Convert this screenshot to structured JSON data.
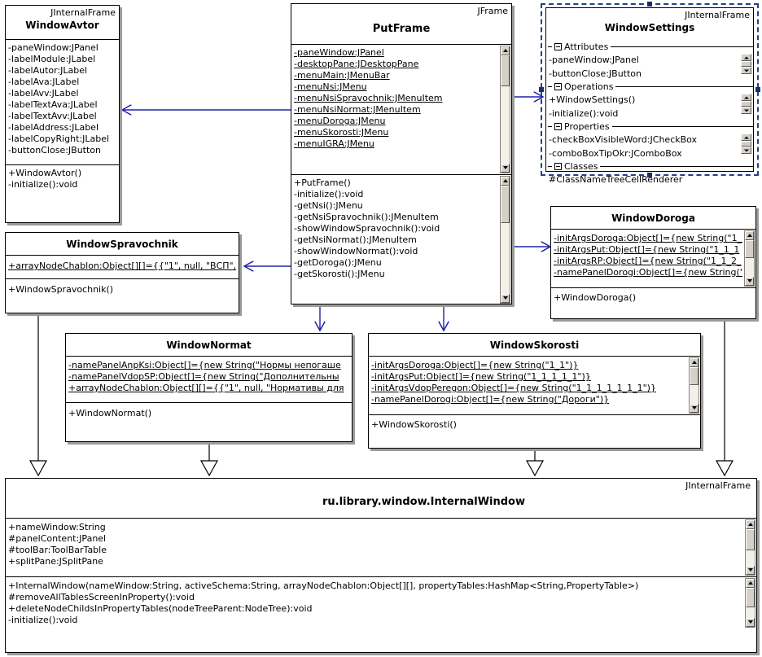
{
  "diagram": {
    "kind": "uml-class-diagram",
    "colors": {
      "dependency": "#2222aa",
      "generalization": "#000000",
      "selection": "#16306e",
      "box_fill": "#ffffff",
      "shadow": "#9a9a9a"
    }
  },
  "classes": {
    "window_avtor": {
      "stereotype": "JInternalFrame",
      "name": "WindowAvtor",
      "attributes": [
        "-paneWindow:JPanel",
        "-labelModule:JLabel",
        "-labelAutor:JLabel",
        "-labelAva:JLabel",
        "-labelAvv:JLabel",
        "-labelTextAva:JLabel",
        "-labelTextAvv:JLabel",
        "-labelAddress:JLabel",
        "-labelCopyRight:JLabel",
        "-buttonClose:JButton"
      ],
      "operations": [
        "+WindowAvtor()",
        "-initialize():void"
      ]
    },
    "put_frame": {
      "stereotype": "JFrame",
      "name": "PutFrame",
      "attributes": [
        "-paneWindow:JPanel",
        "-desktopPane:JDesktopPane",
        "-menuMain:JMenuBar",
        "-menuNsi:JMenu",
        "-menuNsiSpravochnik:JMenuItem",
        "-menuNsiNormat:JMenuItem",
        "-menuDoroga:JMenu",
        "-menuSkorosti:JMenu",
        "-menuIGRA:JMenu"
      ],
      "operations": [
        "+PutFrame()",
        "-initialize():void",
        "-getNsi():JMenu",
        "-getNsiSpravochnik():JMenuItem",
        "-showWindowSpravochnik():void",
        "-getNsiNormat():JMenuItem",
        "-showWindowNormat():void",
        "-getDoroga():JMenu",
        "-getSkorosti():JMenu"
      ]
    },
    "window_settings": {
      "stereotype": "JInternalFrame",
      "name": "WindowSettings",
      "selected": true,
      "groups": [
        {
          "label": "Attributes",
          "rows": [
            "-paneWindow:JPanel",
            "-buttonClose:JButton"
          ]
        },
        {
          "label": "Operations",
          "rows": [
            "+WindowSettings()",
            "-initialize():void"
          ]
        },
        {
          "label": "Properties",
          "rows": [
            "-checkBoxVisibleWord:JCheckBox",
            "-comboBoxTipOkr:JComboBox"
          ]
        },
        {
          "label": "Classes",
          "rows": [
            "#ClassNameTreeCellRenderer"
          ]
        }
      ]
    },
    "window_spravochnik": {
      "stereotype": "",
      "name": "WindowSpravochnik",
      "attributes": [
        "+arrayNodeChablon:Object[][]={{\"1\", null, \"ВСП\","
      ],
      "operations": [
        "+WindowSpravochnik()"
      ]
    },
    "window_doroga": {
      "stereotype": "",
      "name": "WindowDoroga",
      "attributes": [
        "-initArgsDoroga:Object[]={new String(\"1_:",
        "-initArgsPut:Object[]={new String(\"1_1_1",
        "-initArgsRP:Object[]={new String(\"1_1_2_",
        "-namePanelDorogi:Object[]={new String(\""
      ],
      "operations": [
        "+WindowDoroga()"
      ]
    },
    "window_normat": {
      "stereotype": "",
      "name": "WindowNormat",
      "attributes": [
        "-namePanelAnpKsi:Object[]={new String(\"Нормы непогаше",
        "-namePanelVdopSP:Object[]={new String(\"Дополнительны",
        "+arrayNodeChablon:Object[][]={{\"1\", null, \"Нормативы для"
      ],
      "operations": [
        "+WindowNormat()"
      ]
    },
    "window_skorosti": {
      "stereotype": "",
      "name": "WindowSkorosti",
      "attributes": [
        "-initArgsDoroga:Object[]={new String(\"1_1\")}",
        "-initArgsPut:Object[]={new String(\"1_1_1_1_1\")}",
        "-initArgsVdopPeregon:Object[]={new String(\"1_1_1_1_1_1_1\")}",
        "-namePanelDorogi:Object[]={new String(\"Дороги\")}"
      ],
      "operations": [
        "+WindowSkorosti()"
      ]
    },
    "internal_window": {
      "stereotype": "JInternalFrame",
      "name": "ru.library.window.InternalWindow",
      "attributes": [
        "+nameWindow:String",
        "#panelContent:JPanel",
        "#toolBar:ToolBarTable",
        "+splitPane:JSplitPane"
      ],
      "operations": [
        "+InternalWindow(nameWindow:String, activeSchema:String, arrayNodeChablon:Object[][], propertyTables:HashMap<String,PropertyTable>)",
        "#removeAllTablesScreenInProperty():void",
        "+deleteNodeChildsInPropertyTables(nodeTreeParent:NodeTree):void",
        "-initialize():void"
      ]
    }
  },
  "relationships": [
    {
      "type": "dependency",
      "from": "PutFrame",
      "to": "WindowAvtor"
    },
    {
      "type": "dependency",
      "from": "PutFrame",
      "to": "WindowSettings"
    },
    {
      "type": "dependency",
      "from": "PutFrame",
      "to": "WindowSpravochnik"
    },
    {
      "type": "dependency",
      "from": "PutFrame",
      "to": "WindowDoroga"
    },
    {
      "type": "dependency",
      "from": "PutFrame",
      "to": "WindowNormat"
    },
    {
      "type": "dependency",
      "from": "PutFrame",
      "to": "WindowSkorosti"
    },
    {
      "type": "generalization",
      "from": "WindowSpravochnik",
      "to": "ru.library.window.InternalWindow"
    },
    {
      "type": "generalization",
      "from": "WindowNormat",
      "to": "ru.library.window.InternalWindow"
    },
    {
      "type": "generalization",
      "from": "WindowSkorosti",
      "to": "ru.library.window.InternalWindow"
    },
    {
      "type": "generalization",
      "from": "WindowDoroga",
      "to": "ru.library.window.InternalWindow"
    }
  ]
}
